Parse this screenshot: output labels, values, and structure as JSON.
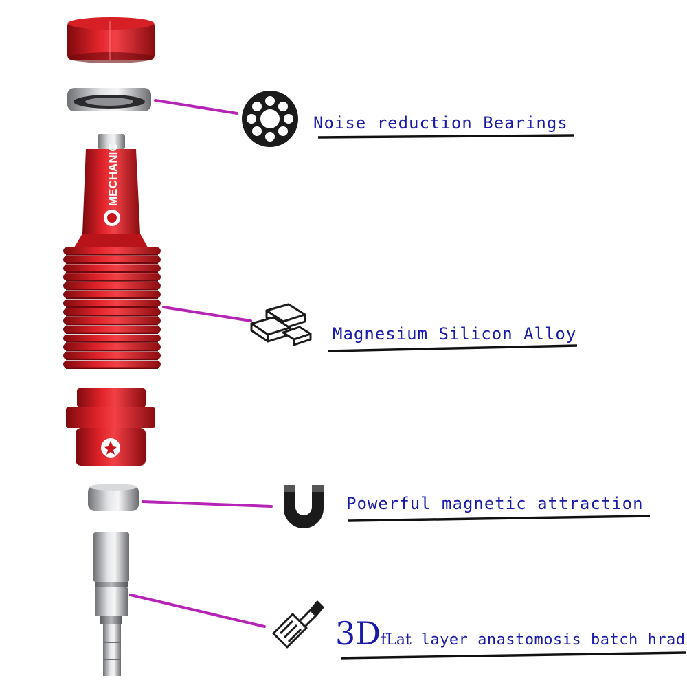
{
  "brand": {
    "text": "MECHANIC"
  },
  "features": [
    {
      "label": "Noise reduction Bearings",
      "icon": "bearing-icon"
    },
    {
      "label": "Magnesium Silicon Alloy",
      "icon": "alloy-ingots-icon"
    },
    {
      "label": "Powerful magnetic attraction",
      "icon": "magnet-icon"
    },
    {
      "label_big": "3D",
      "label_small": "fLat",
      "label_rest": " layer anastomosis batch hrad",
      "icon": "screwdriver-bit-icon"
    }
  ],
  "colors": {
    "red": "#c8141a",
    "leader": "#b524b5",
    "text": "#1a1aa8",
    "underline": "#111111",
    "steel": "#a8aaae"
  }
}
